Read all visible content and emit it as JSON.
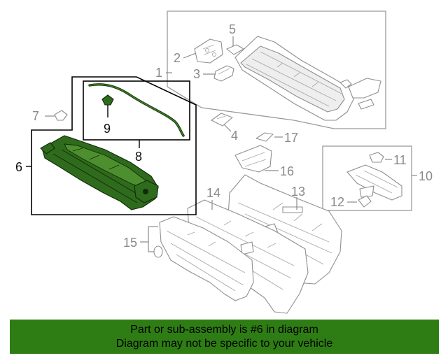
{
  "callouts": {
    "c1": "1",
    "c2": "2",
    "c3": "3",
    "c4": "4",
    "c5": "5",
    "c6": "6",
    "c7": "7",
    "c8": "8",
    "c9": "9",
    "c10": "10",
    "c11": "11",
    "c12": "12",
    "c13": "13",
    "c14": "14",
    "c15": "15",
    "c16": "16",
    "c17": "17"
  },
  "banner": {
    "line1": "Part or sub-assembly is #6 in diagram",
    "line2": "Diagram may not be specific to your vehicle"
  },
  "colors": {
    "highlight_part": "#2f6b1c",
    "banner_background": "#2e7d14",
    "outline_grey": "#8f8f8f"
  }
}
